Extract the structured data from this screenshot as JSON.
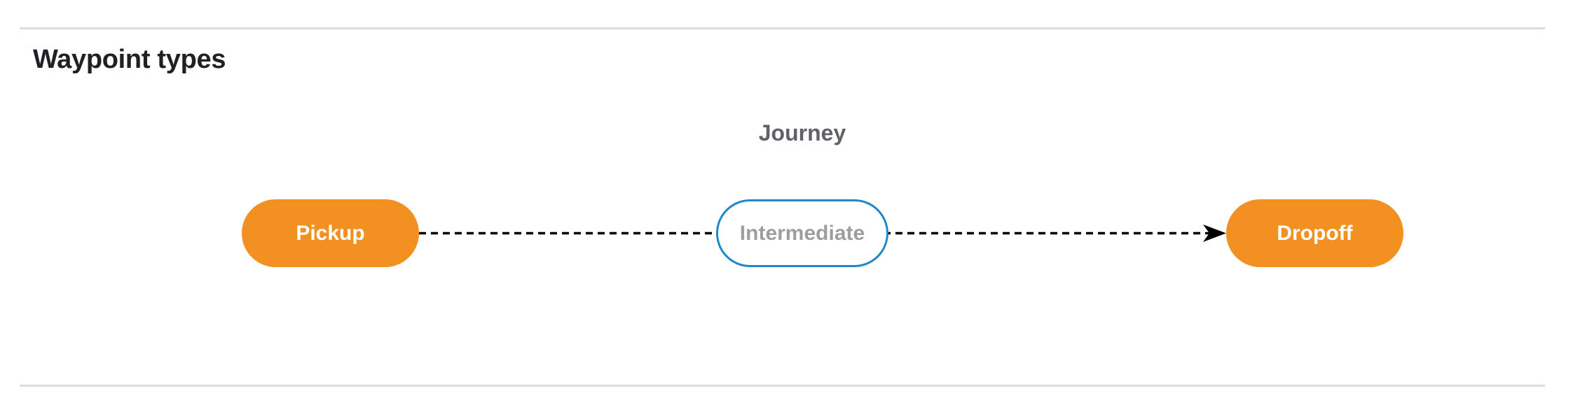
{
  "section": {
    "title": "Waypoint types"
  },
  "diagram": {
    "group_label": "Journey",
    "nodes": [
      {
        "label": "Pickup",
        "type": "terminal"
      },
      {
        "label": "Intermediate",
        "type": "intermediate"
      },
      {
        "label": "Dropoff",
        "type": "terminal"
      }
    ],
    "edges": [
      {
        "from": "Pickup",
        "to": "Intermediate",
        "style": "dashed",
        "arrowhead": false
      },
      {
        "from": "Intermediate",
        "to": "Dropoff",
        "style": "dashed",
        "arrowhead": true
      }
    ]
  },
  "colors": {
    "heading_text": "#202124",
    "group_label_text": "#5f6368",
    "terminal_fill": "#f29121",
    "terminal_text": "#ffffff",
    "intermediate_border": "#1e88c8",
    "intermediate_text": "#9e9e9e",
    "connector": "#000000",
    "divider": "#dadce0"
  }
}
